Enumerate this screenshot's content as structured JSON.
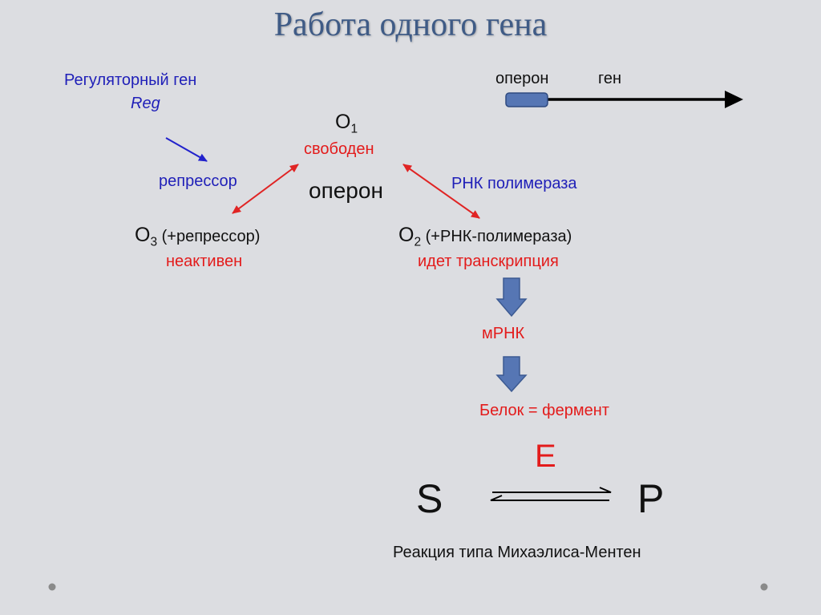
{
  "title": "Работа одного гена",
  "colors": {
    "background": "#dcdde1",
    "title": "#3f5b86",
    "blue_text": "#1f1fb8",
    "red_text": "#e31b1b",
    "red_arrow": "#e02424",
    "blue_arrow": "#2222cc",
    "block_arrow": "#5676b4"
  },
  "regulatory": {
    "label": "Регуляторный ген",
    "gene": "Reg"
  },
  "gene_bar": {
    "operon_label": "оперон",
    "gene_label": "ген"
  },
  "o1": {
    "letter": "O",
    "index": "1",
    "state": "свободен"
  },
  "operon_label": "оперон",
  "repressor_label": "репрессор",
  "rna_pol_label": "РНК полимераза",
  "o3": {
    "letter": "O",
    "index": "3",
    "note": "(+репрессор)",
    "state": "неактивен"
  },
  "o2": {
    "letter": "O",
    "index": "2",
    "note": "(+РНК-полимераза)",
    "state": "идет транскрипция"
  },
  "mrna": "мРНК",
  "protein": "Белок = фермент",
  "reaction": {
    "enzyme": "E",
    "substrate": "S",
    "product": "P",
    "caption": "Реакция типа Михаэлиса-Ментен"
  }
}
